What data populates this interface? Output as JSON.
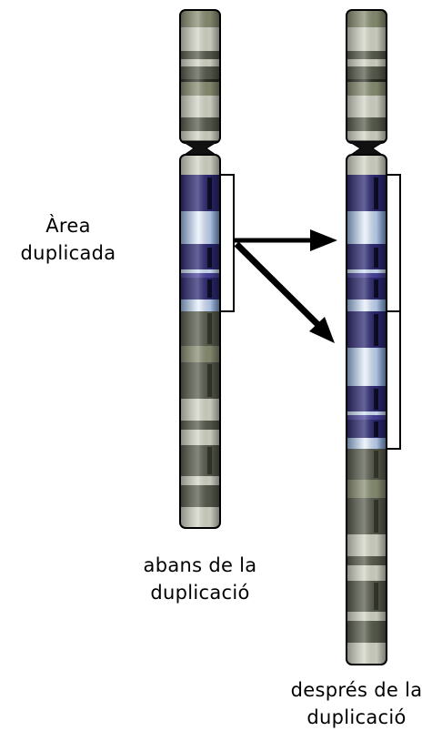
{
  "labels": {
    "duplicated_area": [
      "Àrea",
      "duplicada"
    ],
    "before": [
      "abans de la",
      "duplicació"
    ],
    "after": [
      "després de la",
      "duplicació"
    ]
  },
  "colors": {
    "outline": "#000000",
    "band_dark": "#55594a",
    "band_olive": "#868c70",
    "band_light": "#d2d4c6",
    "band_darkest": "#2b2d24",
    "band_navy": "#2a2670",
    "band_blue": "#46419a",
    "band_pale_blue": "#cfe0f5"
  },
  "icons": {
    "arrow": "arrow-right-icon"
  }
}
